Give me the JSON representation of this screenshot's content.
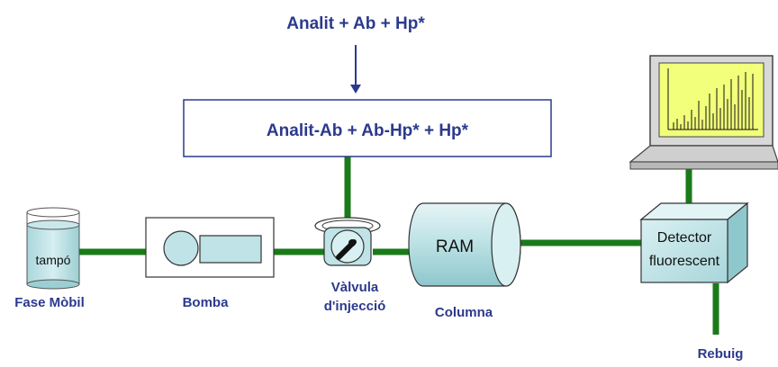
{
  "reaction": {
    "reagents": "Analit + Ab + Hp*",
    "mixture": "Analit-Ab + Ab-Hp* + Hp*"
  },
  "components": {
    "buffer_label": "tampó",
    "mobile_phase": "Fase Mòbil",
    "pump": "Bomba",
    "valve_line1": "Vàlvula",
    "valve_line2": "d'injecció",
    "column_tag": "RAM",
    "column": "Columna",
    "detector_line1": "Detector",
    "detector_line2": "fluorescent",
    "waste": "Rebuig"
  },
  "colors": {
    "tube": "#1a7a1a",
    "label": "#2b3a8c",
    "component_fill": "#bfe3e6",
    "box_stroke": "#1f3f8c",
    "screen": "#f2ff7a"
  }
}
